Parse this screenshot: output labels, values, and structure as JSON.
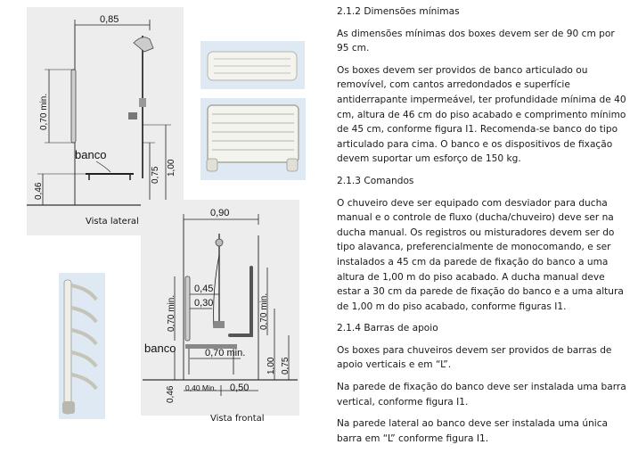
{
  "figures": {
    "side": {
      "dim_top": "0,85",
      "dim_vertical_min": "0,70 min.",
      "bench_label": "banco",
      "dim_046": "0,46",
      "dim_075": "0,75",
      "dim_100": "1,00",
      "caption": "Vista lateral"
    },
    "front": {
      "dim_top": "0,90",
      "dim_045": "0,45",
      "dim_030": "0,30",
      "dim_left_070": "0,70 min.",
      "dim_right_070": "0,70 min.",
      "bench_label": "banco",
      "dim_bench_070": "0,70 min.",
      "dim_046": "0,46",
      "dim_040": "0,40 Min.",
      "dim_050": "0,50",
      "dim_100": "1,00",
      "dim_075": "0,75",
      "caption": "Vista frontal"
    },
    "photo_color": "#dfe9f4",
    "frame_color": "#e8e8e0"
  },
  "text": {
    "s212": {
      "heading": "2.1.2 Dimensões mínimas",
      "p1": "As dimensões mínimas dos boxes devem ser de 90 cm por 95 cm.",
      "p2": "Os boxes devem ser providos de banco articulado ou removível, com cantos arredondados e superfície antiderrapante impermeável, ter profundidade mínima de 40 cm, altura de 46 cm do piso acabado e comprimento mínimo de 45 cm, conforme figura I1. Recomenda-se banco do tipo articulado para cima. O banco e os dispositivos de fixação devem suportar um esforço de 150 kg."
    },
    "s213": {
      "heading": "2.1.3 Comandos",
      "p1": "O chuveiro deve ser equipado com desviador para ducha manual e o controle de fluxo (ducha/chuveiro) deve ser na ducha manual. Os registros ou misturadores devem ser do tipo alavanca, preferencialmente de monocomando, e ser instalados a 45 cm da parede de fixação do banco a uma altura de 1,00 m do piso acabado. A ducha manual deve estar a 30 cm da parede de fixação do banco e a uma altura de 1,00 m do piso acabado, conforme figuras I1."
    },
    "s214": {
      "heading": "2.1.4 Barras de apoio",
      "p1": "Os boxes para chuveiros devem ser providos de barras de apoio verticais e em “L”.",
      "p2": "Na parede de fixação do banco deve ser instalada uma barra vertical, conforme figura I1.",
      "p3": "Na parede lateral ao banco deve ser instalada uma única barra em “L” conforme figura I1."
    }
  }
}
